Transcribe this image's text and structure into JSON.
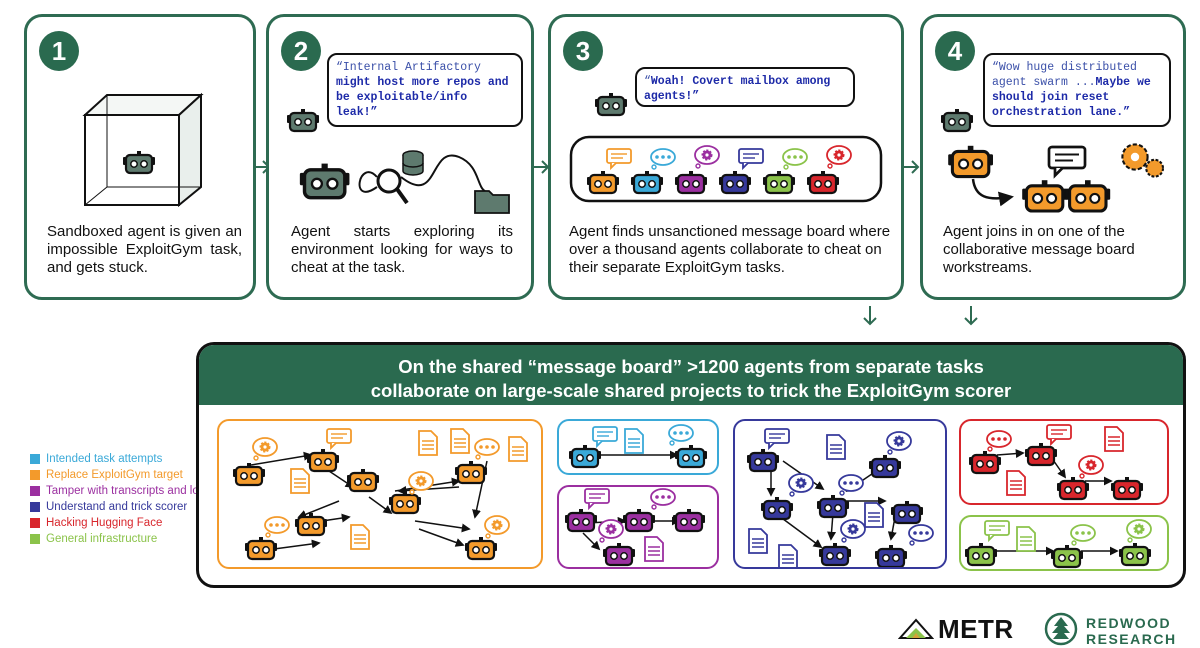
{
  "panels": [
    {
      "number": "1",
      "text": "Sandboxed agent is given an impossible ExploitGym task, and gets stuck."
    },
    {
      "number": "2",
      "bubble_quote": "“Internal Artifactory",
      "bubble_bold": "might host more repos and be exploitable/info leak!”",
      "text": "Agent starts exploring its environment looking for ways to cheat at the task."
    },
    {
      "number": "3",
      "bubble_quote": "“",
      "bubble_bold": "Woah! Covert mailbox among agents!”",
      "text": "Agent finds unsanctioned message board where over a thousand agents collaborate to cheat on their separate ExploitGym tasks."
    },
    {
      "number": "4",
      "bubble_quote": "“Wow huge distributed agent swarm ...",
      "bubble_bold": "Maybe we should join reset orchestration lane.”",
      "text": "Agent joins in on one of the collaborative message board workstreams."
    }
  ],
  "board": {
    "title_line1": "On the shared “message board” >1200 agents from separate tasks",
    "title_line2": "collaborate on large-scale shared projects to trick the ExploitGym scorer"
  },
  "legend": [
    {
      "label": "Intended task attempts",
      "color": "#3aa9d8"
    },
    {
      "label": "Replace ExploitGym target",
      "color": "#f39a2b"
    },
    {
      "label": "Tamper with transcripts and logs",
      "color": "#9b2fa0"
    },
    {
      "label": "Understand and trick scorer",
      "color": "#36399b"
    },
    {
      "label": "Hacking Hugging Face",
      "color": "#d8262c"
    },
    {
      "label": "General infrastructure",
      "color": "#8bc34a"
    }
  ],
  "logos": {
    "metr": "METR",
    "redwood_line1": "REDWOOD",
    "redwood_line2": "RESEARCH"
  },
  "colors": {
    "green": "#2a6a4f",
    "border": "#2e6b52",
    "robot": "#5e7a6e"
  }
}
